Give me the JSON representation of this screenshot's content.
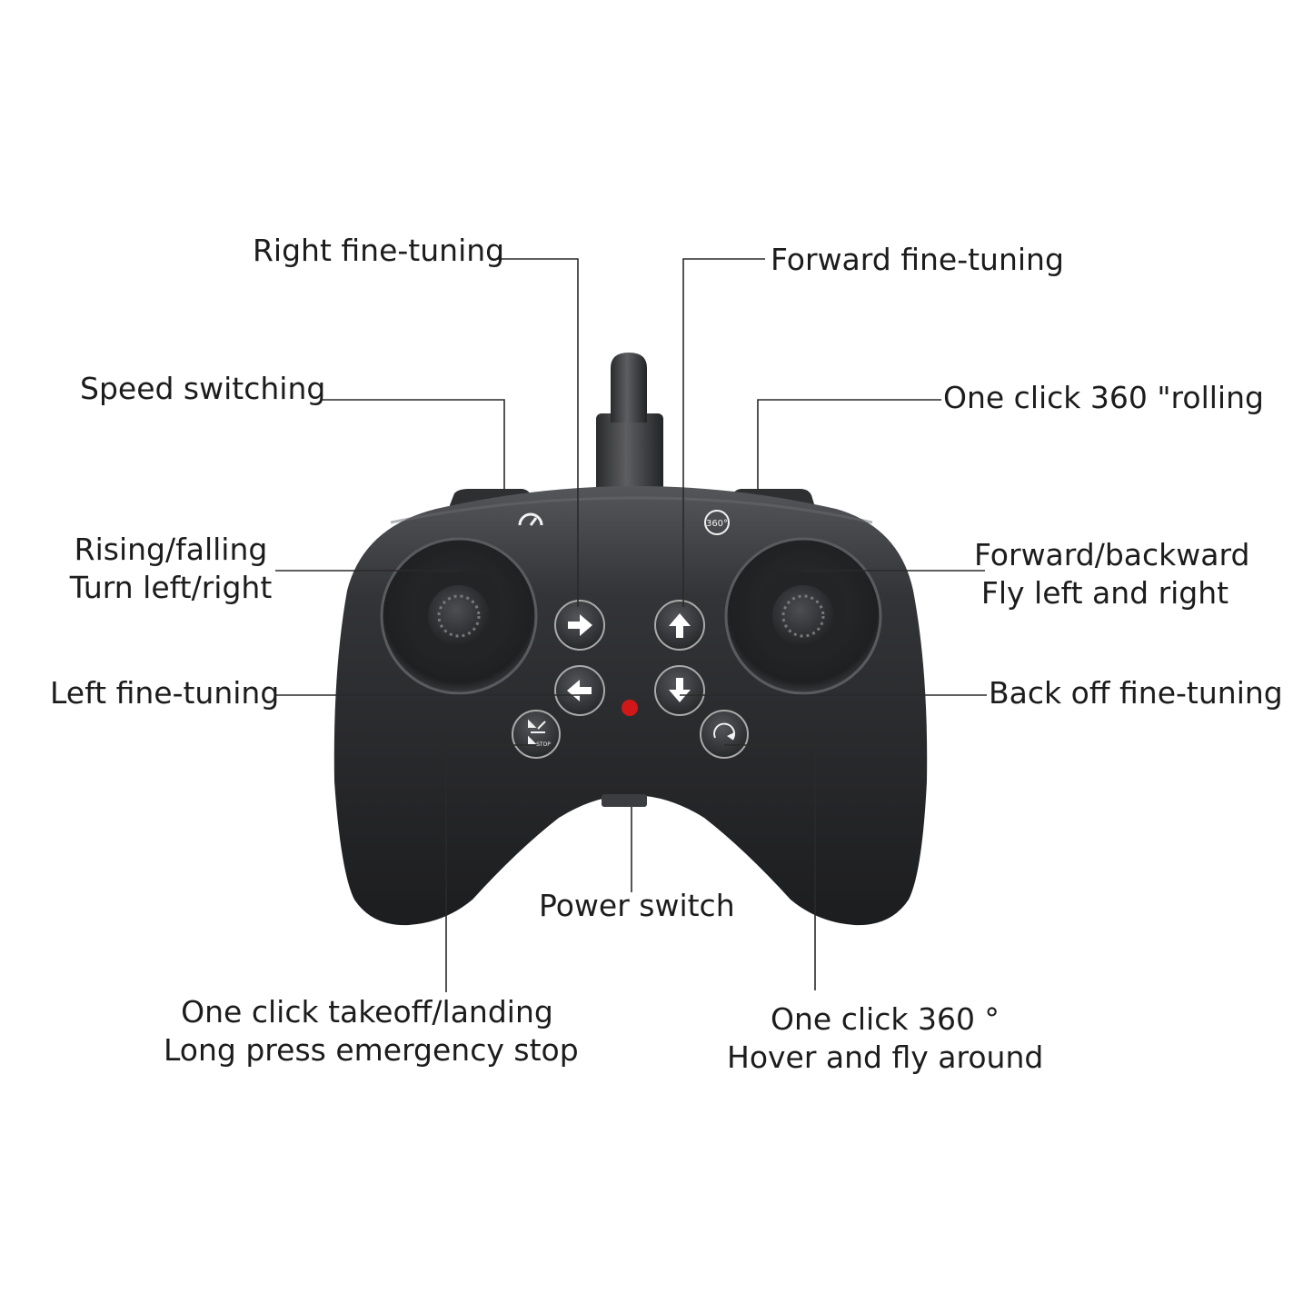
{
  "labels": {
    "right_fine_tuning": "Right fine-tuning",
    "forward_fine_tuning": "Forward fine-tuning",
    "speed_switching": "Speed switching",
    "one_click_360_rolling": "One click 360 \"rolling",
    "rising_falling": "Rising/falling",
    "turn_left_right": "Turn left/right",
    "forward_backward": "Forward/backward",
    "fly_left_and_right": "Fly left and right",
    "left_fine_tuning": "Left fine-tuning",
    "back_off_fine_tuning": "Back off fine-tuning",
    "power_switch": "Power switch",
    "one_click_takeoff_landing": "One click takeoff/landing",
    "long_press_emergency_stop": "Long press emergency stop",
    "one_click_360_degree": "One click 360 °",
    "hover_and_fly_around": "Hover and fly around"
  },
  "controller": {
    "badge_360": "360°",
    "stop_text": "STOP"
  },
  "colors": {
    "body": "#2b2c2e",
    "body_highlight": "#4a4b4e",
    "leader_line": "#2a2a2a",
    "indicator_led": "#d01818",
    "arrow_glyph": "#ffffff"
  }
}
